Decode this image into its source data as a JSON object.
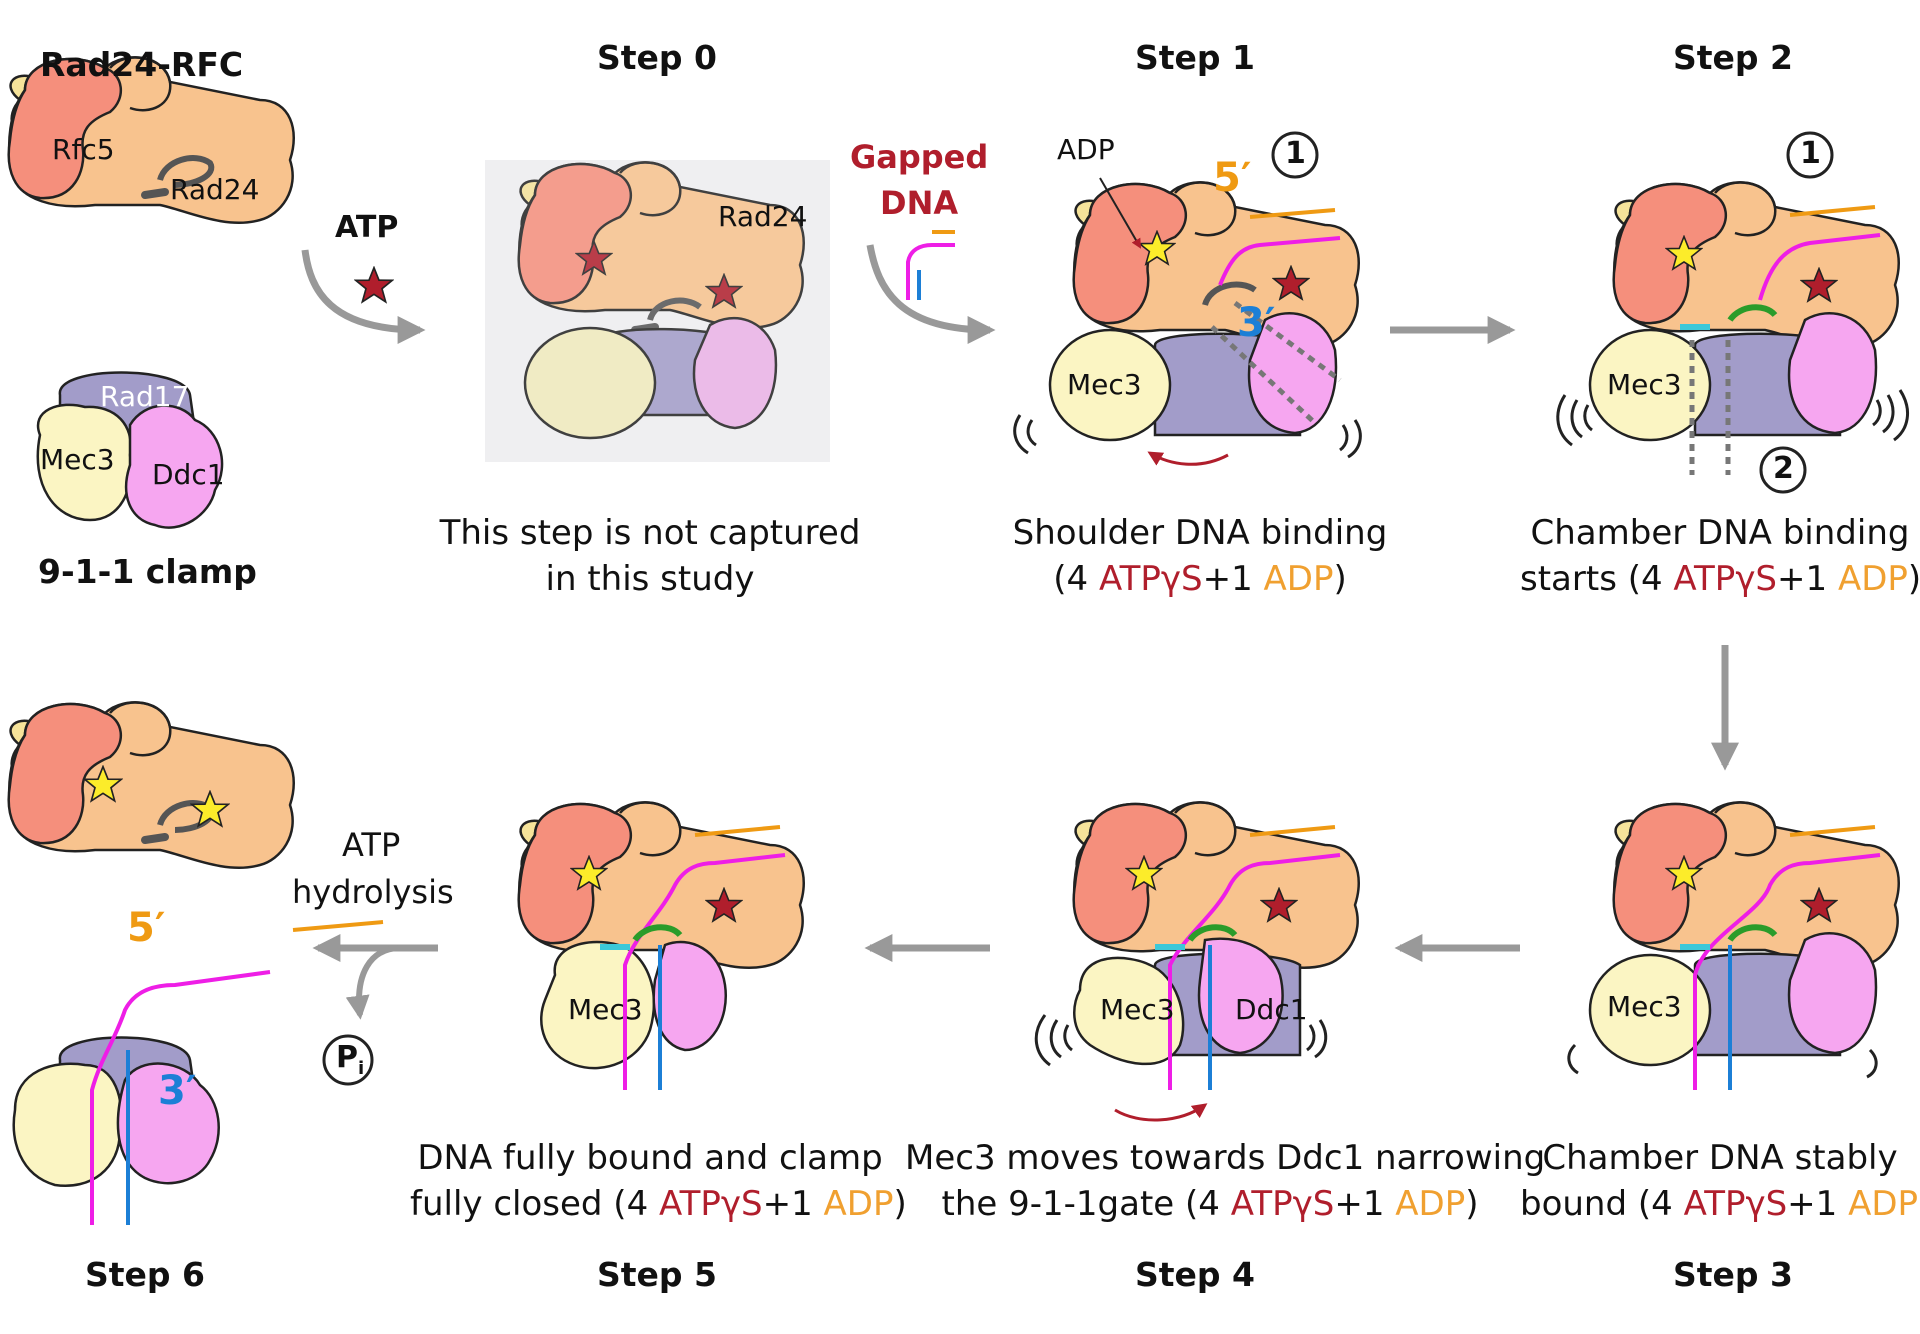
{
  "headers": {
    "rad24_rfc": "Rad24-RFC",
    "clamp": "9-1-1 clamp",
    "step0": "Step 0",
    "step1": "Step 1",
    "step2": "Step 2",
    "step3": "Step 3",
    "step4": "Step 4",
    "step5": "Step 5",
    "step6": "Step 6"
  },
  "labels": {
    "rfc5": "Rfc5",
    "rad24": "Rad24",
    "rad17": "Rad17",
    "mec3": "Mec3",
    "ddc1": "Ddc1",
    "atp": "ATP",
    "gapped_dna_1": "Gapped",
    "gapped_dna_2": "DNA",
    "adp": "ADP",
    "five_prime": "5′",
    "three_prime": "3′",
    "circle_1": "1",
    "circle_2": "2",
    "atp_hydrolysis_1": "ATP",
    "atp_hydrolysis_2": "hydrolysis",
    "pi": "P",
    "pi_sub": "i"
  },
  "captions": {
    "step0_line1": "This step is not captured",
    "step0_line2": "in this study",
    "step1_line1": "Shoulder DNA binding",
    "step1_line2_a": "(4 ",
    "step2_line1": "Chamber DNA binding",
    "step2_line2_a": "starts (4 ",
    "step3_line1": "Chamber DNA stably",
    "step3_line2_a": "bound (4 ",
    "step4_line1": "Mec3 moves towards Ddc1 narrowing",
    "step4_line2_a": "the 9-1-1gate (4 ",
    "step5_line1": "DNA fully bound and clamp",
    "step5_line2_a": "fully closed (4 ",
    "atpgs": "ATPγS",
    "plus1": "+1 ",
    "adp": "ADP",
    "close": ")"
  },
  "colors": {
    "rfc5": "#f58f7c",
    "rad24": "#f8c38e",
    "small_lobe": "#f6e39a",
    "rad17": "#a29cc9",
    "mec3": "#fbf5c3",
    "ddc1": "#f6a6f0",
    "atp_star": "#b01e2c",
    "adp_star": "#fcec2a",
    "dna_magenta": "#ee1ee6",
    "dna_blue": "#1c7fd6",
    "dna_orange": "#ef9a13",
    "arrow_gray": "#999999",
    "accent_red": "#b01e2c",
    "accent_orange": "#f0a030"
  }
}
